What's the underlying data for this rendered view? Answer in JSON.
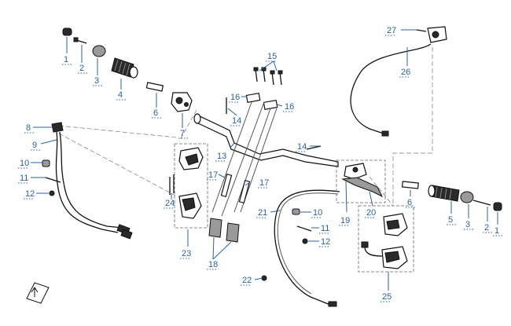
{
  "diagram": {
    "callouts": [
      {
        "id": "c1a",
        "text": "1"
      },
      {
        "id": "c2a",
        "text": "2"
      },
      {
        "id": "c3a",
        "text": "3"
      },
      {
        "id": "c4",
        "text": "4"
      },
      {
        "id": "c6a",
        "text": "6"
      },
      {
        "id": "c7",
        "text": "7"
      },
      {
        "id": "c8",
        "text": "8"
      },
      {
        "id": "c9",
        "text": "9"
      },
      {
        "id": "c10a",
        "text": "10"
      },
      {
        "id": "c11a",
        "text": "11"
      },
      {
        "id": "c12a",
        "text": "12"
      },
      {
        "id": "c13",
        "text": "13"
      },
      {
        "id": "c14a",
        "text": "14"
      },
      {
        "id": "c14b",
        "text": "14"
      },
      {
        "id": "c15",
        "text": "15"
      },
      {
        "id": "c16a",
        "text": "16"
      },
      {
        "id": "c16b",
        "text": "16"
      },
      {
        "id": "c17a",
        "text": "17"
      },
      {
        "id": "c17b",
        "text": "17"
      },
      {
        "id": "c18",
        "text": "18"
      },
      {
        "id": "c19",
        "text": "19"
      },
      {
        "id": "c20",
        "text": "20"
      },
      {
        "id": "c21",
        "text": "21"
      },
      {
        "id": "c10b",
        "text": "10"
      },
      {
        "id": "c11b",
        "text": "11"
      },
      {
        "id": "c12b",
        "text": "12"
      },
      {
        "id": "c22",
        "text": "22"
      },
      {
        "id": "c23",
        "text": "23"
      },
      {
        "id": "c24",
        "text": "24"
      },
      {
        "id": "c25",
        "text": "25"
      },
      {
        "id": "c26",
        "text": "26"
      },
      {
        "id": "c27",
        "text": "27"
      },
      {
        "id": "c6b",
        "text": "6"
      },
      {
        "id": "c5",
        "text": "5"
      },
      {
        "id": "c3b",
        "text": "3"
      },
      {
        "id": "c2b",
        "text": "2"
      },
      {
        "id": "c1b",
        "text": "1"
      }
    ],
    "colors": {
      "callout": "#2a62a6",
      "line": "#111111"
    },
    "icons": [
      "direction-arrow-icon"
    ]
  }
}
